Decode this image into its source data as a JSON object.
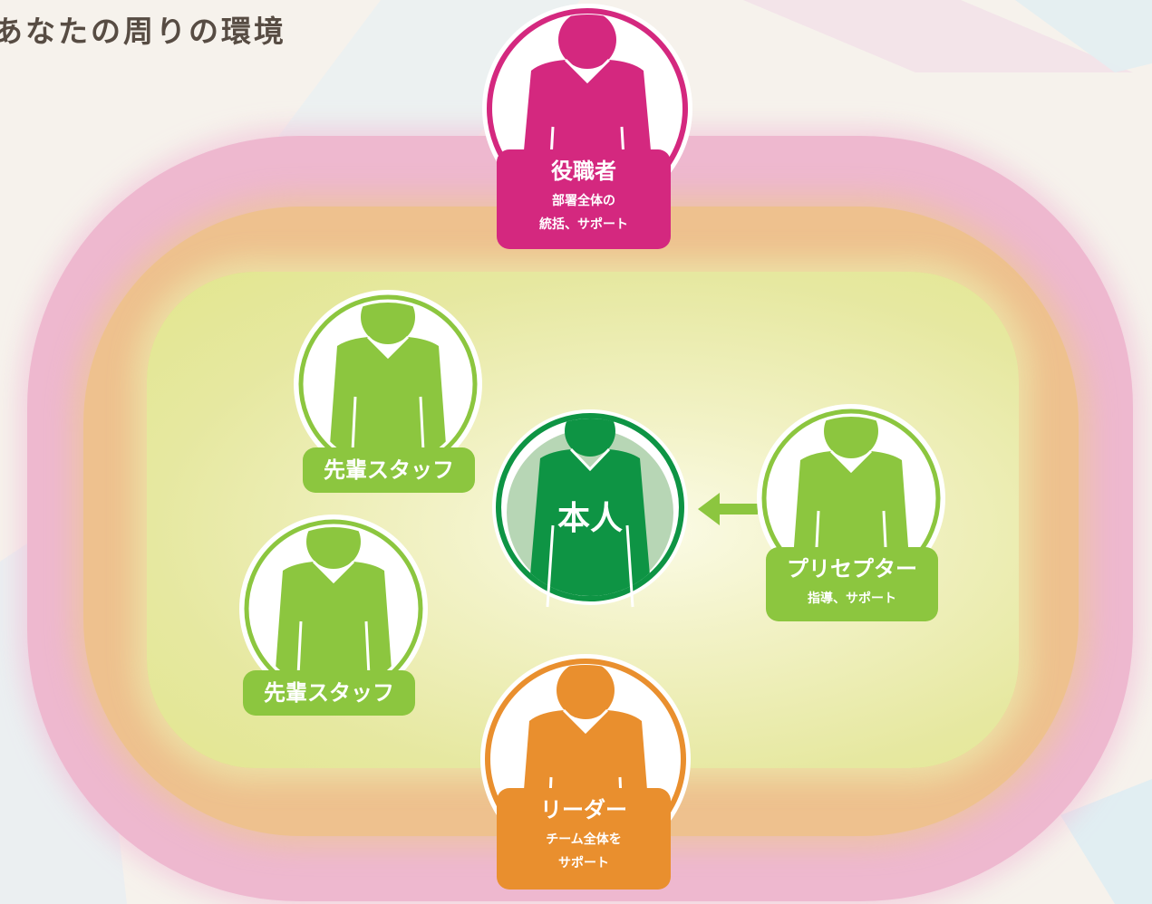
{
  "title": "あなたの周りの環境",
  "colors": {
    "executive": "#d4287f",
    "leader": "#e98f2e",
    "staff": "#8cc63f",
    "self": "#0e9444",
    "self_halo": "#b7d6b5"
  },
  "roles": {
    "executive": {
      "name": "役職者",
      "desc_line1": "部署全体の",
      "desc_line2": "統括、サポート"
    },
    "senior_staff_1": {
      "name": "先輩スタッフ"
    },
    "senior_staff_2": {
      "name": "先輩スタッフ"
    },
    "self": {
      "name": "本人"
    },
    "preceptor": {
      "name": "プリセプター",
      "desc": "指導、サポート"
    },
    "leader": {
      "name": "リーダー",
      "desc_line1": "チーム全体を",
      "desc_line2": "サポート"
    }
  },
  "icons": [
    "person-icon",
    "left-arrow-icon"
  ]
}
